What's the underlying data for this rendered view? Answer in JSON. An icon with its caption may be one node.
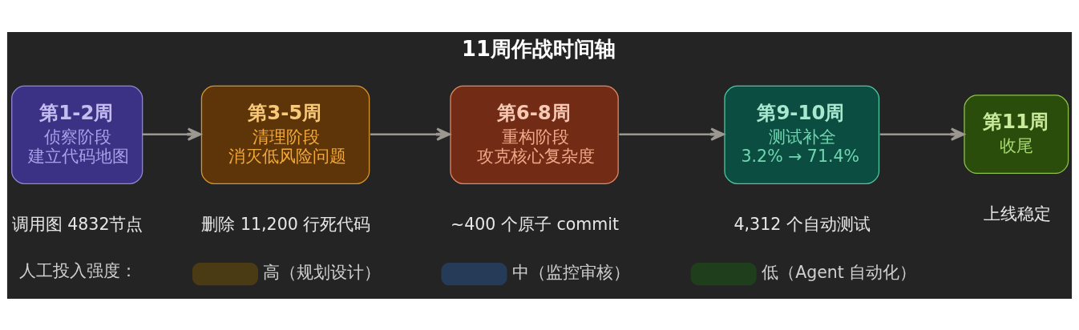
{
  "diagram": {
    "title": "11周作战时间轴",
    "nodes": [
      {
        "text": [
          "第1-2周",
          "侦察阶段",
          "建立代码地图"
        ],
        "beside": [
          "调用图 4832节点"
        ]
      },
      {
        "text": [
          "第3-5周",
          "清理阶段",
          "消灭低风险问题"
        ],
        "beside": [
          "删除 11,200 行死代码"
        ]
      },
      {
        "text": [
          "第6-8周",
          "重构阶段",
          "攻克核心复杂度"
        ],
        "beside": [
          "~400 个原子 commit"
        ]
      },
      {
        "text": [
          "第9-10周",
          "测试补全",
          "3.2% → 71.4%"
        ],
        "beside": [
          "4,312 个自动测试"
        ]
      },
      {
        "text": [
          "第11周",
          "收尾"
        ],
        "beside": [
          "上线稳定"
        ]
      }
    ],
    "edges": [
      {
        "from": 0,
        "to": 1,
        "arrow": "to"
      },
      {
        "from": 1,
        "to": 2,
        "arrow": "to"
      },
      {
        "from": 2,
        "to": 3,
        "arrow": "to"
      },
      {
        "from": 3,
        "to": 4,
        "arrow": "to"
      }
    ],
    "labels": [
      "人工投入强度："
    ],
    "legend": [
      {
        "text": "高（规划设计）",
        "color": "#4a3b14"
      },
      {
        "text": "中（监控审核）",
        "color": "#263b57"
      },
      {
        "text": "低（Agent 自动化）",
        "color": "#1f3f1c"
      }
    ]
  }
}
